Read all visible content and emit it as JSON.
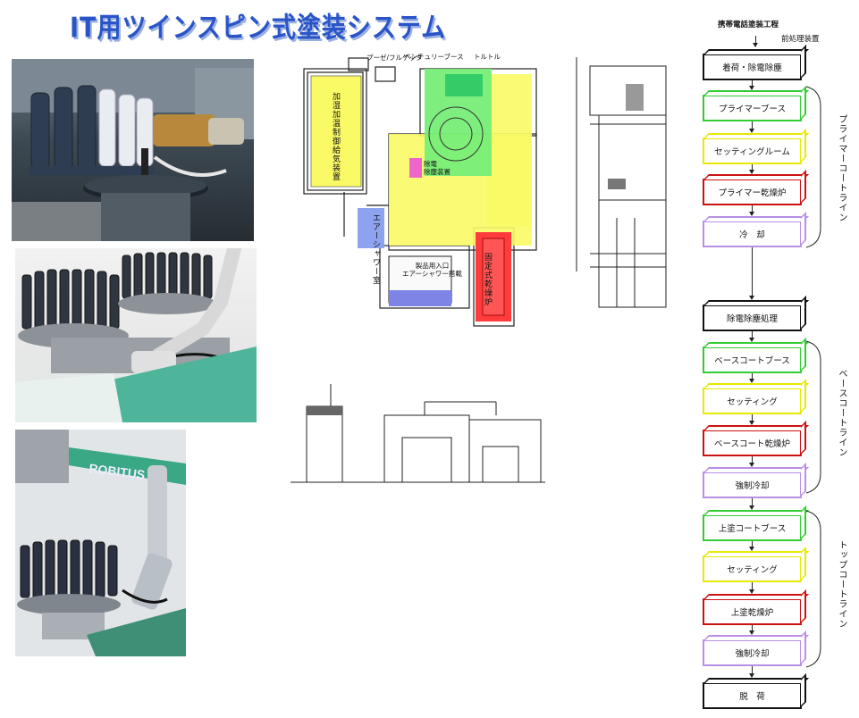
{
  "title": "IT用ツインスピン式塗装システム",
  "floor_plan": {
    "labels": {
      "precoater": "プーゼ/フルゲッタ",
      "venturi": "ベンチュリーブース",
      "turntable": "トルトル",
      "humidity": "加湿加温制御給気装置",
      "ionizer": "除電\n除塵装置",
      "air_shower": "エアーシャワー室",
      "entrance": "製品用入口\nエアーシャワー搭載",
      "dryer": "固定式乾燥炉"
    }
  },
  "flow": {
    "title": "携帯電話塗装工程",
    "subtitle": "前処理装置",
    "steps": [
      {
        "label": "着荷・除電除塵",
        "color": "black"
      },
      {
        "label": "プライマーブース",
        "color": "green"
      },
      {
        "label": "セッティングルーム",
        "color": "yellow"
      },
      {
        "label": "プライマー乾燥炉",
        "color": "red"
      },
      {
        "label": "冷　却",
        "color": "violet"
      },
      {
        "label": "除電除塵処理",
        "color": "black"
      },
      {
        "label": "ベースコートブース",
        "color": "green"
      },
      {
        "label": "セッティング",
        "color": "yellow"
      },
      {
        "label": "ベースコート乾燥炉",
        "color": "red"
      },
      {
        "label": "強制冷却",
        "color": "violet"
      },
      {
        "label": "上塗コートブース",
        "color": "green"
      },
      {
        "label": "セッティング",
        "color": "yellow"
      },
      {
        "label": "上塗乾燥炉",
        "color": "red"
      },
      {
        "label": "強制冷却",
        "color": "violet"
      },
      {
        "label": "脱　荷",
        "color": "black"
      }
    ],
    "groups": [
      {
        "label": "プライマーコートライン"
      },
      {
        "label": "ベースコートライン"
      },
      {
        "label": "トップコートライン"
      }
    ]
  },
  "photos": {
    "photo3_brand": "ROBITUS"
  }
}
